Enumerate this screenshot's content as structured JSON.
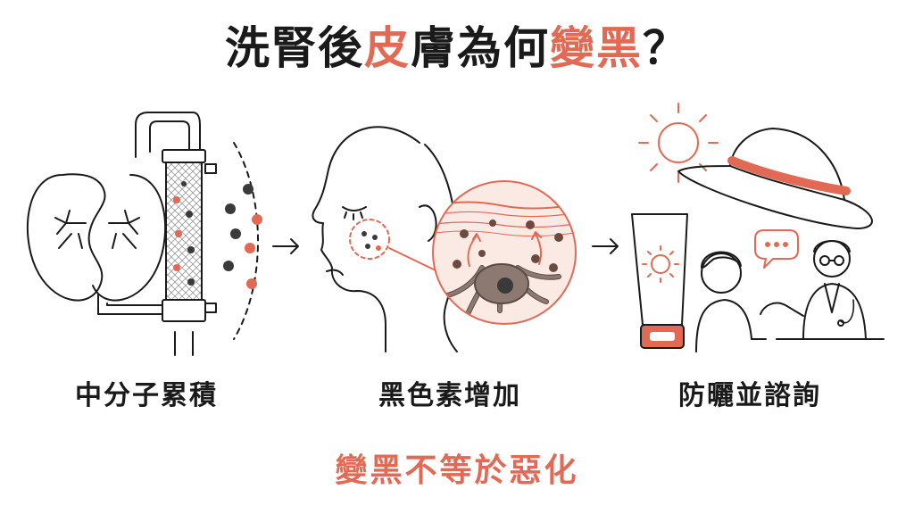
{
  "title": {
    "part1": "洗腎後",
    "part2": "皮",
    "part3": "膚為何",
    "part4": "變黑",
    "part5": "？"
  },
  "captions": {
    "panel1": "中分子累積",
    "panel2": "黑色素增加",
    "panel3": "防曬並諮詢"
  },
  "footer": "變黑不等於惡化",
  "colors": {
    "accent": "#e26a55",
    "ink": "#1a1a1a",
    "particle_dark": "#3a3a3a",
    "melanocyte": "#8c7a72",
    "skin_tint": "#fbe9e3"
  },
  "icons": [
    "kidney-icon",
    "dialyzer-icon",
    "face-icon",
    "skin-cross-section-icon",
    "sun-icon",
    "hat-icon",
    "sunscreen-tube-icon",
    "doctor-icon",
    "patient-icon",
    "speech-bubble-icon"
  ]
}
